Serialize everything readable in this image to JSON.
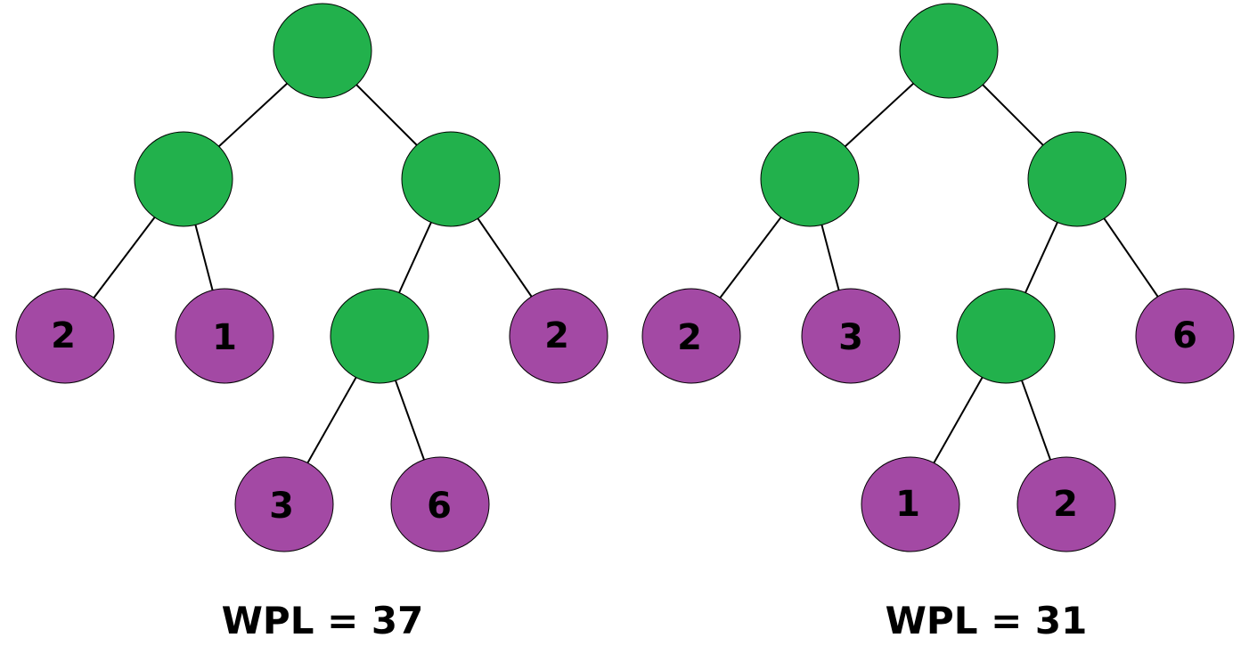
{
  "colors": {
    "internal_node": "#22b14c",
    "leaf_node": "#a349a4",
    "edge": "#000000",
    "background": "#ffffff"
  },
  "trees": [
    {
      "caption": "WPL = 37",
      "leaves": [
        "2",
        "1",
        "3",
        "6",
        "2"
      ]
    },
    {
      "caption": "WPL = 31",
      "leaves": [
        "2",
        "3",
        "1",
        "2",
        "6"
      ]
    }
  ]
}
